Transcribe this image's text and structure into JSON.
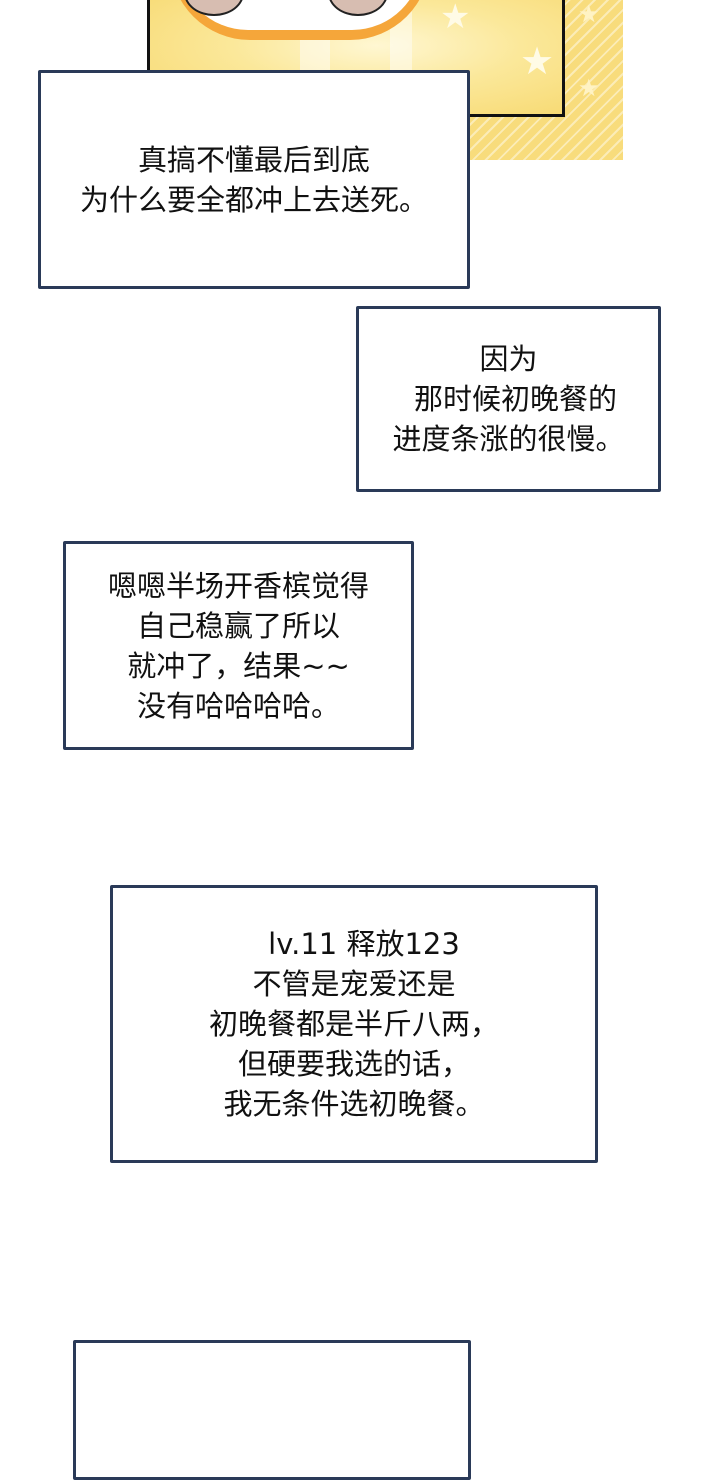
{
  "comic": {
    "background_color": "#ffffff",
    "caption_border_color": "#2a3a58",
    "art_panel": {
      "description": "yellow starry background with chibi character",
      "colors": {
        "yellow": "#f8dc7c",
        "orange": "#f5a63a",
        "border": "#111111"
      }
    },
    "captions": [
      {
        "lines": [
          "真搞不懂最后到底",
          "为什么要全都冲上去送死。"
        ]
      },
      {
        "lines": [
          "因为",
          "那时候初晚餐的",
          "进度条涨的很慢。"
        ]
      },
      {
        "lines": [
          "嗯嗯半场开香槟觉得",
          "自己稳赢了所以",
          "就冲了，结果~~",
          "没有哈哈哈哈。"
        ]
      },
      {
        "lines": [
          "lv.11 释放123",
          "不管是宠爱还是",
          "初晚餐都是半斤八两，",
          "但硬要我选的话，",
          "我无条件选初晚餐。"
        ]
      },
      {
        "lines": []
      }
    ]
  }
}
